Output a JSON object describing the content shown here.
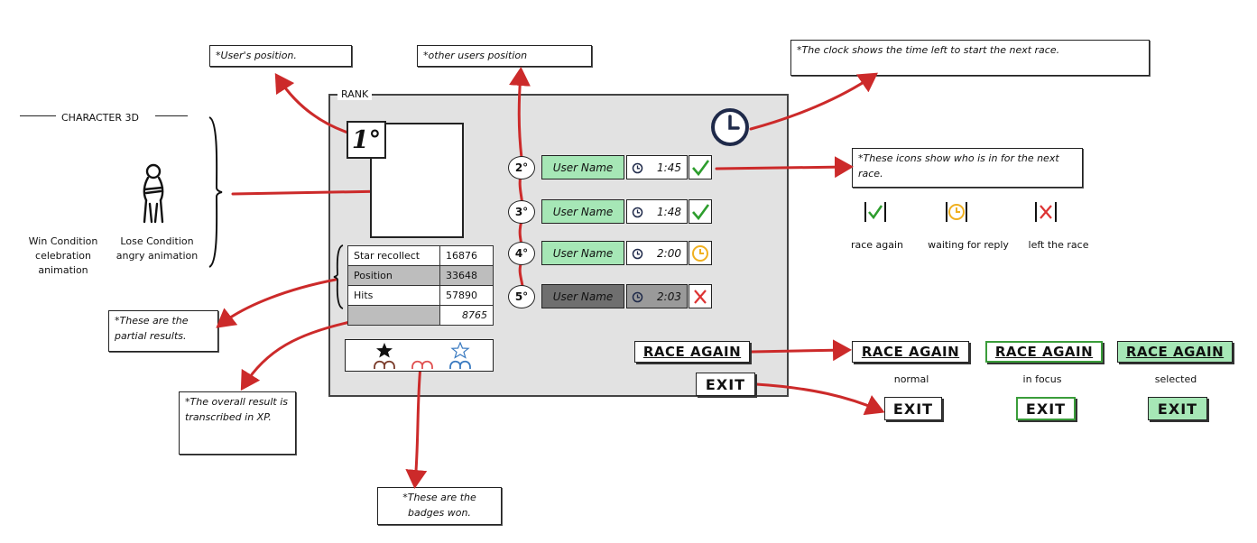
{
  "colors": {
    "arrow_red": "#cc2a2a",
    "name_green": "#a6e7b6",
    "name_dark": "#6f6f6f",
    "panel_gray": "#e2e2e2",
    "check_green": "#2d9d2d",
    "clock_orange": "#f0b020",
    "x_red": "#dd3333",
    "clock_navy": "#1f2a4a"
  },
  "icons": [
    "clock-icon",
    "check-icon",
    "waiting-clock-icon",
    "x-icon",
    "star-icon",
    "badge-icon",
    "character-figure-icon"
  ],
  "notes": {
    "user_position": "*User's position.",
    "other_users": "*other users position",
    "clock_note": "*The clock shows the time left to start the next race.",
    "icons_note": "*These icons show who is in for the next race.",
    "partial": "*These are the partial results.",
    "overall": "*The overall result is transcribed in XP.",
    "badges_note": "*These are the badges won."
  },
  "character": {
    "title": "CHARACTER 3D",
    "win": "Win Condition celebration animation",
    "lose": "Lose Condition angry animation"
  },
  "panel": {
    "rank_label": "RANK",
    "first_position": "1°"
  },
  "stats": {
    "rows": [
      {
        "label": "Star recollect",
        "value": "16876"
      },
      {
        "label": "Position",
        "value": "33648"
      },
      {
        "label": "Hits",
        "value": "57890"
      }
    ],
    "total": "8765"
  },
  "others": [
    {
      "pos": "2°",
      "name": "User Name",
      "time": "1:45",
      "status": "check"
    },
    {
      "pos": "3°",
      "name": "User Name",
      "time": "1:48",
      "status": "check"
    },
    {
      "pos": "4°",
      "name": "User Name",
      "time": "2:00",
      "status": "waiting"
    },
    {
      "pos": "5°",
      "name": "User Name",
      "time": "2:03",
      "status": "left"
    }
  ],
  "legend": {
    "race_again": "race again",
    "waiting": "waiting for reply",
    "left": "left the race"
  },
  "buttons": {
    "race_again": "RACE AGAIN",
    "exit": "EXIT"
  },
  "states": {
    "normal": "normal",
    "focus": "in focus",
    "selected": "selected"
  }
}
